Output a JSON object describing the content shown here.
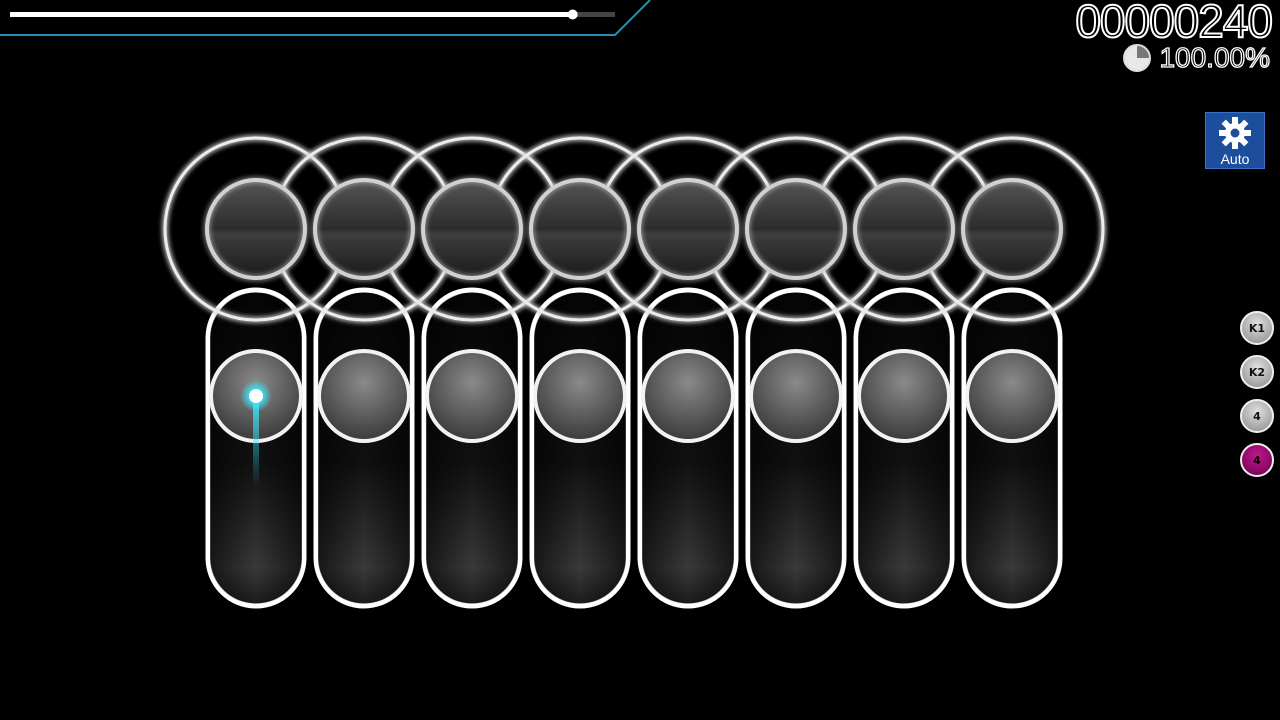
{
  "hud": {
    "progress": 0.93,
    "score": "00000240",
    "accuracy": "100.00%",
    "auto_button": {
      "label": "Auto",
      "icon": "gear-icon",
      "color": "#1c4e9c"
    }
  },
  "key_overlay": [
    {
      "label": "K1",
      "active": false
    },
    {
      "label": "K2",
      "active": false
    },
    {
      "label": "4",
      "active": false
    },
    {
      "label": "4",
      "active": true
    }
  ],
  "playfield": {
    "columns": 8,
    "approach_circles": 8,
    "lit_column_index": 0,
    "glow_color": "#39e6ff",
    "key_color_active": "#b0127f"
  }
}
